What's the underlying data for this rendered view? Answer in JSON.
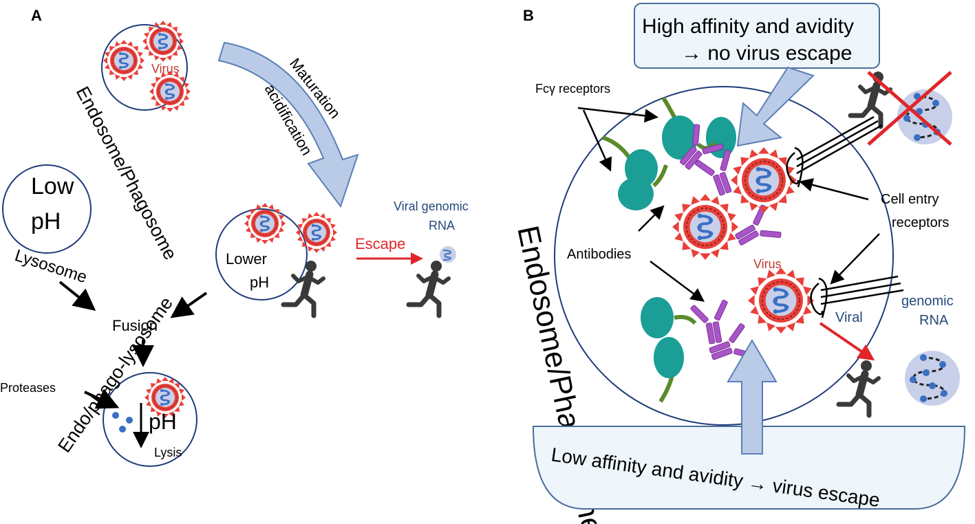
{
  "panel_a": {
    "letter": "A",
    "endosome_label": "Endosome/Phagosome",
    "virus_label": "Virus",
    "maturation_label": "Maturation",
    "acidification_label": "acidification",
    "low_label": "Low",
    "ph_label": "pH",
    "lysosome_label": "Lysosome",
    "lower_label": "Lower",
    "lower_ph_label": "pH",
    "escape_label": "Escape",
    "viral_genomic_label": "Viral genomic",
    "rna_label": "RNA",
    "fusion_label": "Fusion",
    "proteases_label": "Proteases",
    "ph_drop_label": "pH",
    "lysis_label": "Lysis",
    "endo_lysosome_label": "Endo/phago-lysosome"
  },
  "panel_b": {
    "letter": "B",
    "high_affinity_line1": "High affinity and avidity",
    "high_affinity_line2": "→ no virus escape",
    "fcy_receptors_label": "Fcγ receptors",
    "cell_entry_line1": "Cell entry",
    "cell_entry_line2": "receptors",
    "antibodies_label": "Antibodies",
    "virus_label": "Virus",
    "viral_label": "Viral",
    "genomic_label": "genomic",
    "rna_label": "RNA",
    "endosome_label": "Endosome/Phagosome",
    "low_affinity_label": "Low affinity and avidity → virus escape"
  },
  "colors": {
    "circle_outline": "#1f3a7a",
    "virus_red": "#e8403a",
    "virus_core": "#c8cfe8",
    "rna_blue": "#3a6fc4",
    "arrow_fill": "#b9cbe6",
    "arrow_stroke": "#5b7fb8",
    "escape_red": "#e0262a",
    "fc_receptor": "#1a9e96",
    "fc_stalk": "#5a8a2a",
    "antibody": "#a855c8",
    "box_fill": "#eef6fb",
    "box_stroke": "#4a6c9a",
    "runner": "#3a3a3a",
    "dark_blue_text": "#23497a"
  },
  "icons": [
    "virus-icon",
    "running-person-icon",
    "rna-particle-icon",
    "antibody-icon",
    "fc-receptor-icon",
    "cell-entry-receptor-icon",
    "cross-out-icon"
  ]
}
